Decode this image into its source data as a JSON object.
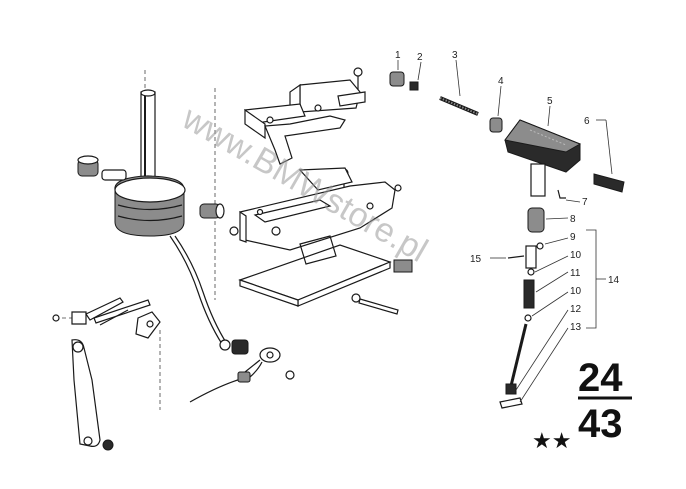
{
  "watermark": "www.BMWstore.pl",
  "page_code": {
    "top": "24",
    "bottom": "43"
  },
  "rating": "★★",
  "callouts": {
    "c1": "1",
    "c2": "2",
    "c3": "3",
    "c4": "4",
    "c5": "5",
    "c6": "6",
    "c7": "7",
    "c8": "8",
    "c9": "9",
    "c10a": "10",
    "c11": "11",
    "c10b": "10",
    "c12": "12",
    "c13": "13",
    "c14": "14",
    "c15": "15"
  }
}
